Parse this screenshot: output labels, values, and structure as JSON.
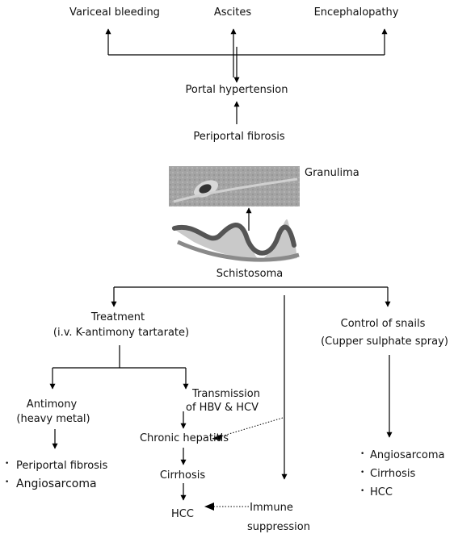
{
  "top": {
    "variceal_bleeding": "Variceal bleeding",
    "ascites": "Ascites",
    "encephalopathy": "Encephalopathy"
  },
  "portal_hypertension": "Portal hypertension",
  "periportal_fibrosis": "Periportal fibrosis",
  "granuloma": "Granulima",
  "schistosoma": "Schistosoma",
  "treatment": {
    "line1": "Treatment",
    "line2": "(i.v. K-antimony tartarate)"
  },
  "control": {
    "line1": "Control of snails",
    "line2": "(Cupper sulphate spray)"
  },
  "antimony": {
    "line1": "Antimony",
    "line2": "(heavy metal)",
    "effects": [
      "Periportal fibrosis",
      "Angiosarcoma"
    ]
  },
  "transmission": {
    "line1": "Transmission",
    "line2": "of HBV & HCV"
  },
  "chronic_hepatitis": "Chronic hepatitis",
  "cirrhosis": "Cirrhosis",
  "hcc": "HCC",
  "immune": {
    "line1": "Immune",
    "line2": "suppression"
  },
  "control_effects": [
    "Angiosarcoma",
    "Cirrhosis",
    "HCC"
  ],
  "bullet_char": "•"
}
